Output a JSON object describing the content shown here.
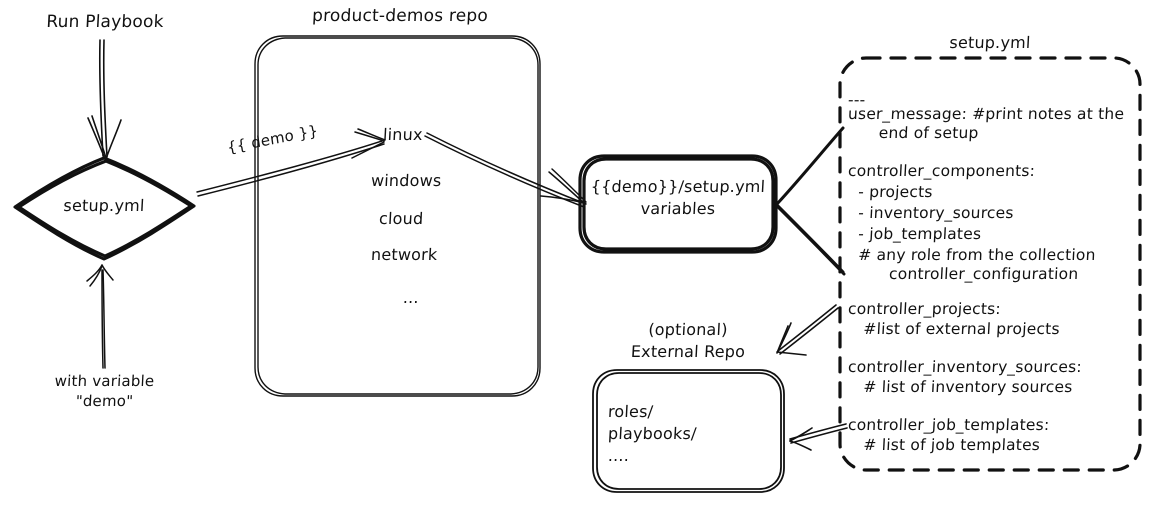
{
  "diagram": {
    "title_labels": {
      "repo_box": "product-demos repo",
      "setup_panel": "setup.yml",
      "external_repo_line1": "(optional)",
      "external_repo_line2": "External Repo"
    },
    "nodes": {
      "start_label": "Run Playbook",
      "decision": "setup.yml",
      "variable_note_line1": "with variable",
      "variable_note_line2": "\"demo\"",
      "edge_demo_label": "{{ demo }}",
      "vars_box_line1": "{{demo}}/setup.yml",
      "vars_box_line2": "variables"
    },
    "repo_items": [
      "linux",
      "windows",
      "cloud",
      "network",
      "..."
    ],
    "external_repo_items": [
      "roles/",
      "playbooks/",
      "...."
    ],
    "setup_yml_lines": [
      "---",
      "user_message: #print notes at the",
      "      end of setup",
      "",
      "controller_components:",
      "  - projects",
      "  - inventory_sources",
      "  - job_templates",
      "  # any role from the collection",
      "        controller_configuration",
      "",
      "controller_projects:",
      "   #list of external projects",
      "",
      "controller_inventory_sources:",
      "   # list of inventory sources",
      "",
      "controller_job_templates:",
      "   # list of job templates"
    ],
    "colors": {
      "ink": "#111111",
      "background": "#ffffff"
    }
  }
}
